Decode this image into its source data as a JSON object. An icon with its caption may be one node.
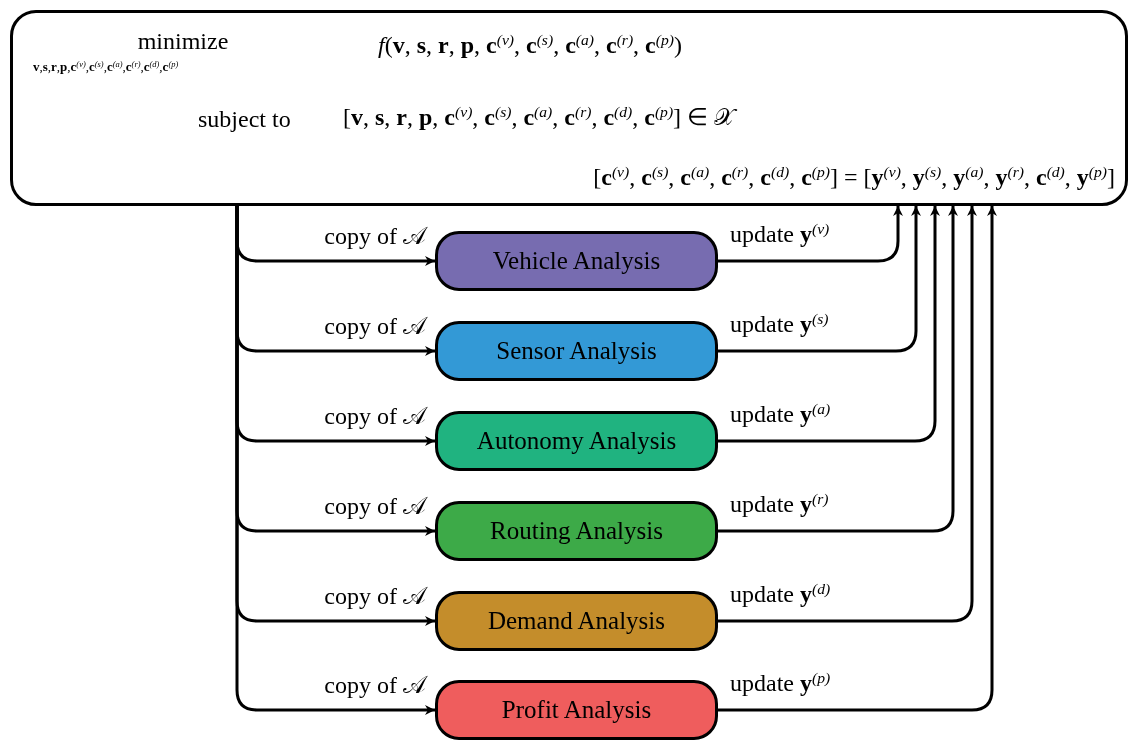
{
  "diagram": {
    "nodes": [
      {
        "text": [
          "minimize",
          "**v**,**s**,**r**,**p**,**c**$^{(v)}$,**c**$^{(s)}$,**c**$^{(a)}$,**c**$^{(r)}$,**c**$^{(d)}$,**c**$^{(p)}$",
          "*f*(**v**, **s**, **r**, **p**, **c**$^{(v)}$, **c**$^{(s)}$, **c**$^{(a)}$, **c**$^{(r)}$, **c**$^{(p)}$)",
          "subject to",
          "[**v**, **s**, **r**, **p**, **c**$^{(v)}$, **c**$^{(s)}$, **c**$^{(a)}$, **c**$^{(r)}$, **c**$^{(d)}$, **c**$^{(p)}$] ∈ 𝒳",
          "[**c**$^{(v)}$, **c**$^{(s)}$, **c**$^{(a)}$, **c**$^{(r)}$, **c**$^{(d)}$, **c**$^{(p)}$] = [**y**$^{(v)}$, **y**$^{(s)}$, **y**$^{(a)}$, **y**$^{(r)}$, **c**$^{(d)}$, **y**$^{(p)}$]"
        ]
      },
      {
        "text": [
          "Vehicle Analysis"
        ]
      },
      {
        "text": [
          "Sensor Analysis"
        ]
      },
      {
        "text": [
          "Autonomy Analysis"
        ]
      },
      {
        "text": [
          "Routing Analysis"
        ]
      },
      {
        "text": [
          "Demand Analysis"
        ]
      },
      {
        "text": [
          "Profit Analysis"
        ]
      }
    ],
    "edges": [
      {
        "from": 0,
        "to": 1,
        "arrow": "to",
        "label": "copy of 𝒜"
      },
      {
        "from": 1,
        "to": 0,
        "arrow": "to",
        "label": "update **y**$^{(v)}$"
      },
      {
        "from": 0,
        "to": 2,
        "arrow": "to",
        "label": "copy of 𝒜"
      },
      {
        "from": 2,
        "to": 0,
        "arrow": "to",
        "label": "update **y**$^{(s)}$"
      },
      {
        "from": 0,
        "to": 3,
        "arrow": "to",
        "label": "copy of 𝒜"
      },
      {
        "from": 3,
        "to": 0,
        "arrow": "to",
        "label": "update **y**$^{(a)}$"
      },
      {
        "from": 0,
        "to": 4,
        "arrow": "to",
        "label": "copy of 𝒜"
      },
      {
        "from": 4,
        "to": 0,
        "arrow": "to",
        "label": "update **y**$^{(r)}$"
      },
      {
        "from": 0,
        "to": 5,
        "arrow": "to",
        "label": "copy of 𝒜"
      },
      {
        "from": 5,
        "to": 0,
        "arrow": "to",
        "label": "update **y**$^{(d)}$"
      },
      {
        "from": 0,
        "to": 6,
        "arrow": "to",
        "label": "copy of 𝒜"
      },
      {
        "from": 6,
        "to": 0,
        "arrow": "to",
        "label": "update **y**$^{(p)}$"
      }
    ]
  }
}
